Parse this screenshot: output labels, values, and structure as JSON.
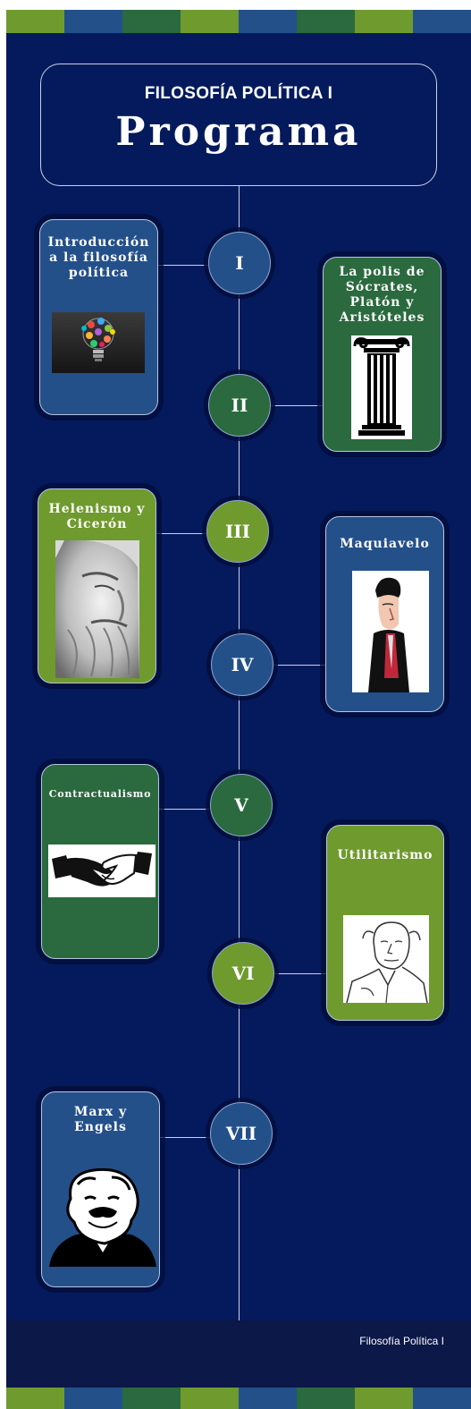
{
  "header": {
    "subtitle": "FILOSOFÍA POLÍTICA I",
    "title": "Programa"
  },
  "topics": [
    {
      "numeral": "I",
      "title": "Introducción a la filosofía política",
      "image": "lightbulb-icon"
    },
    {
      "numeral": "II",
      "title": "La polis de Sócrates, Platón y Aristóteles",
      "image": "greek-column-icon"
    },
    {
      "numeral": "III",
      "title": "Helenismo y Cicerón",
      "image": "bearded-statue-icon"
    },
    {
      "numeral": "IV",
      "title": "Maquiavelo",
      "image": "machiavelli-caricature-icon"
    },
    {
      "numeral": "V",
      "title": "Contractualismo",
      "image": "handshake-icon"
    },
    {
      "numeral": "VI",
      "title": "Utilitarismo",
      "image": "utilitarian-portrait-icon"
    },
    {
      "numeral": "VII",
      "title": "Marx y Engels",
      "image": "marx-portrait-icon"
    }
  ],
  "footer": {
    "text": "Filosofía Política I"
  },
  "colors": {
    "background": "#041a5c",
    "blue": "#24508a",
    "dark_green": "#2a6a3e",
    "lime": "#6f9a2e",
    "footer": "#0b1848"
  }
}
